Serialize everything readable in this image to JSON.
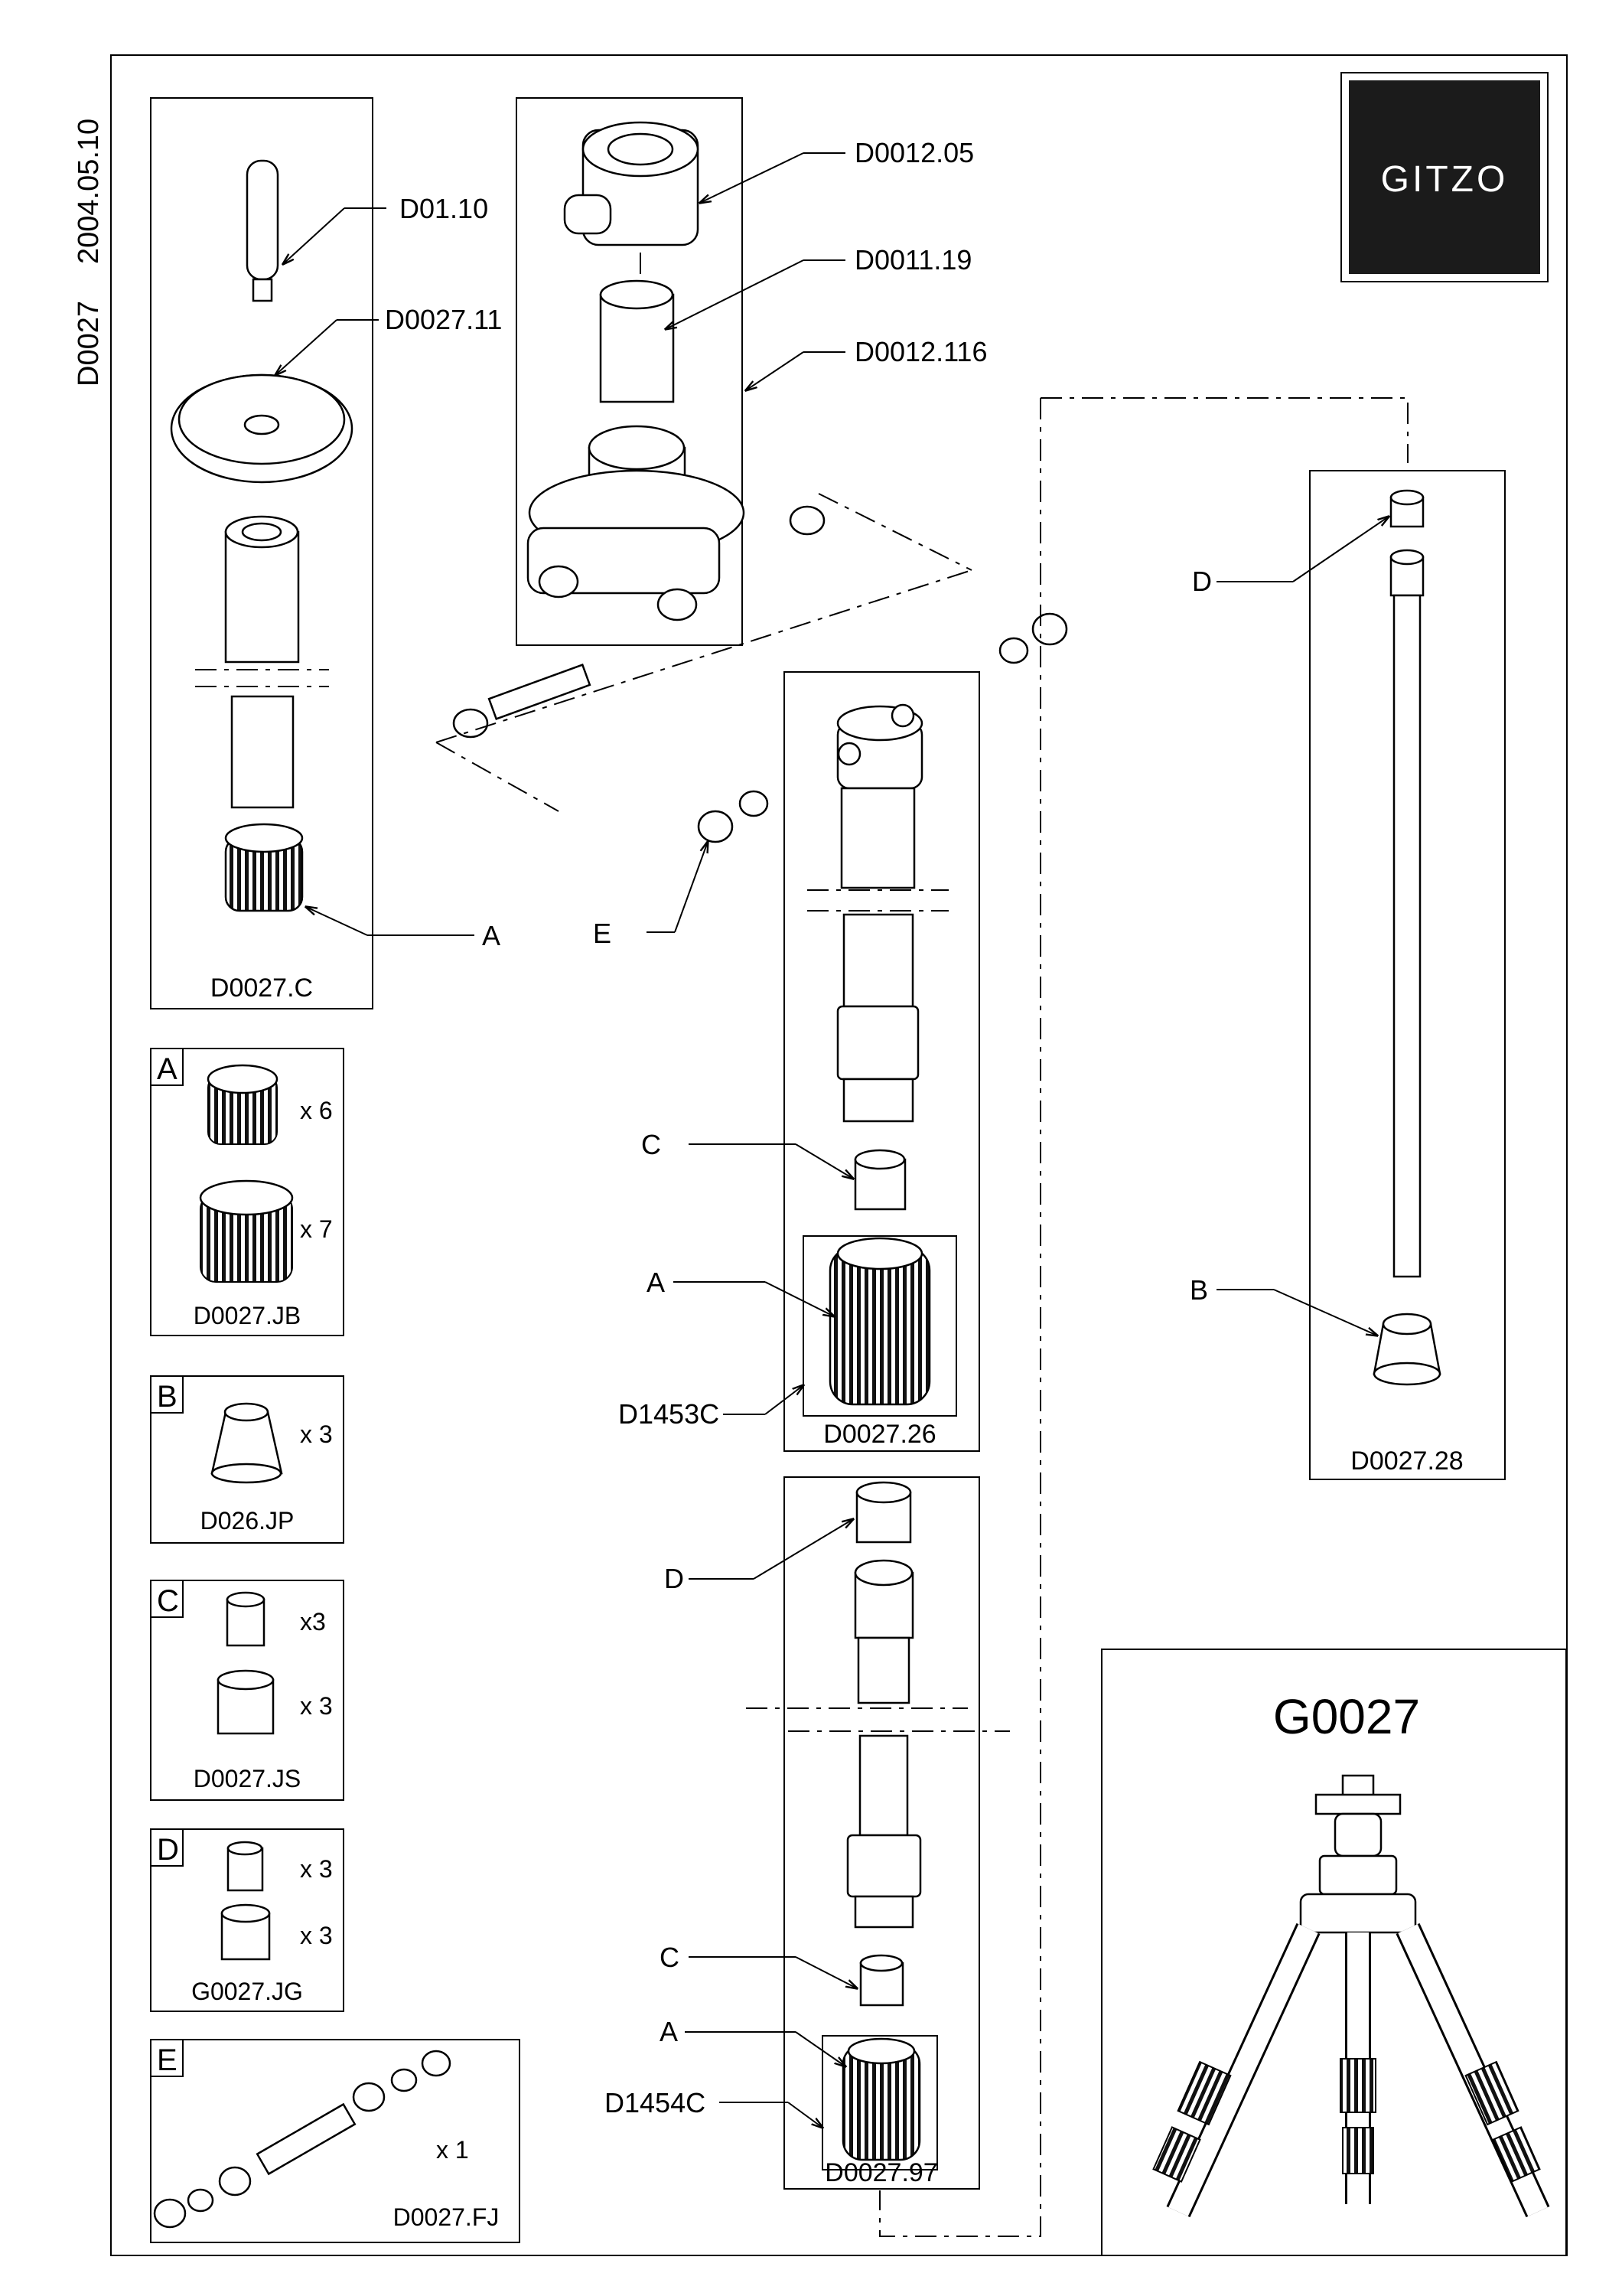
{
  "sheet": {
    "code": "D0027",
    "date": "2004.05.10",
    "brand": "GITZO",
    "product": "G0027"
  },
  "assemblies": {
    "column": {
      "code": "D0027.C",
      "callouts": [
        "D01.10",
        "D0027.11",
        "A"
      ]
    },
    "head": {
      "callouts": [
        "D0012.05",
        "D0011.19",
        "D0012.116",
        "E"
      ]
    },
    "leg_upper": {
      "code": "D0027.26",
      "callouts": [
        "C",
        "A",
        "D1453C"
      ]
    },
    "leg_lower": {
      "code": "D0027.97",
      "callouts": [
        "D",
        "C",
        "A",
        "D1454C"
      ]
    },
    "leg_rod": {
      "code": "D0027.28",
      "callouts": [
        "D",
        "B"
      ]
    }
  },
  "kits": [
    {
      "letter": "A",
      "code": "D0027.JB",
      "qty": [
        "x 6",
        "x 7"
      ]
    },
    {
      "letter": "B",
      "code": "D026.JP",
      "qty": [
        "x 3"
      ]
    },
    {
      "letter": "C",
      "code": "D0027.JS",
      "qty": [
        "x3",
        "x 3"
      ]
    },
    {
      "letter": "D",
      "code": "G0027.JG",
      "qty": [
        "x 3",
        "x 3"
      ]
    },
    {
      "letter": "E",
      "code": "D0027.FJ",
      "qty": [
        "x 1"
      ]
    }
  ]
}
